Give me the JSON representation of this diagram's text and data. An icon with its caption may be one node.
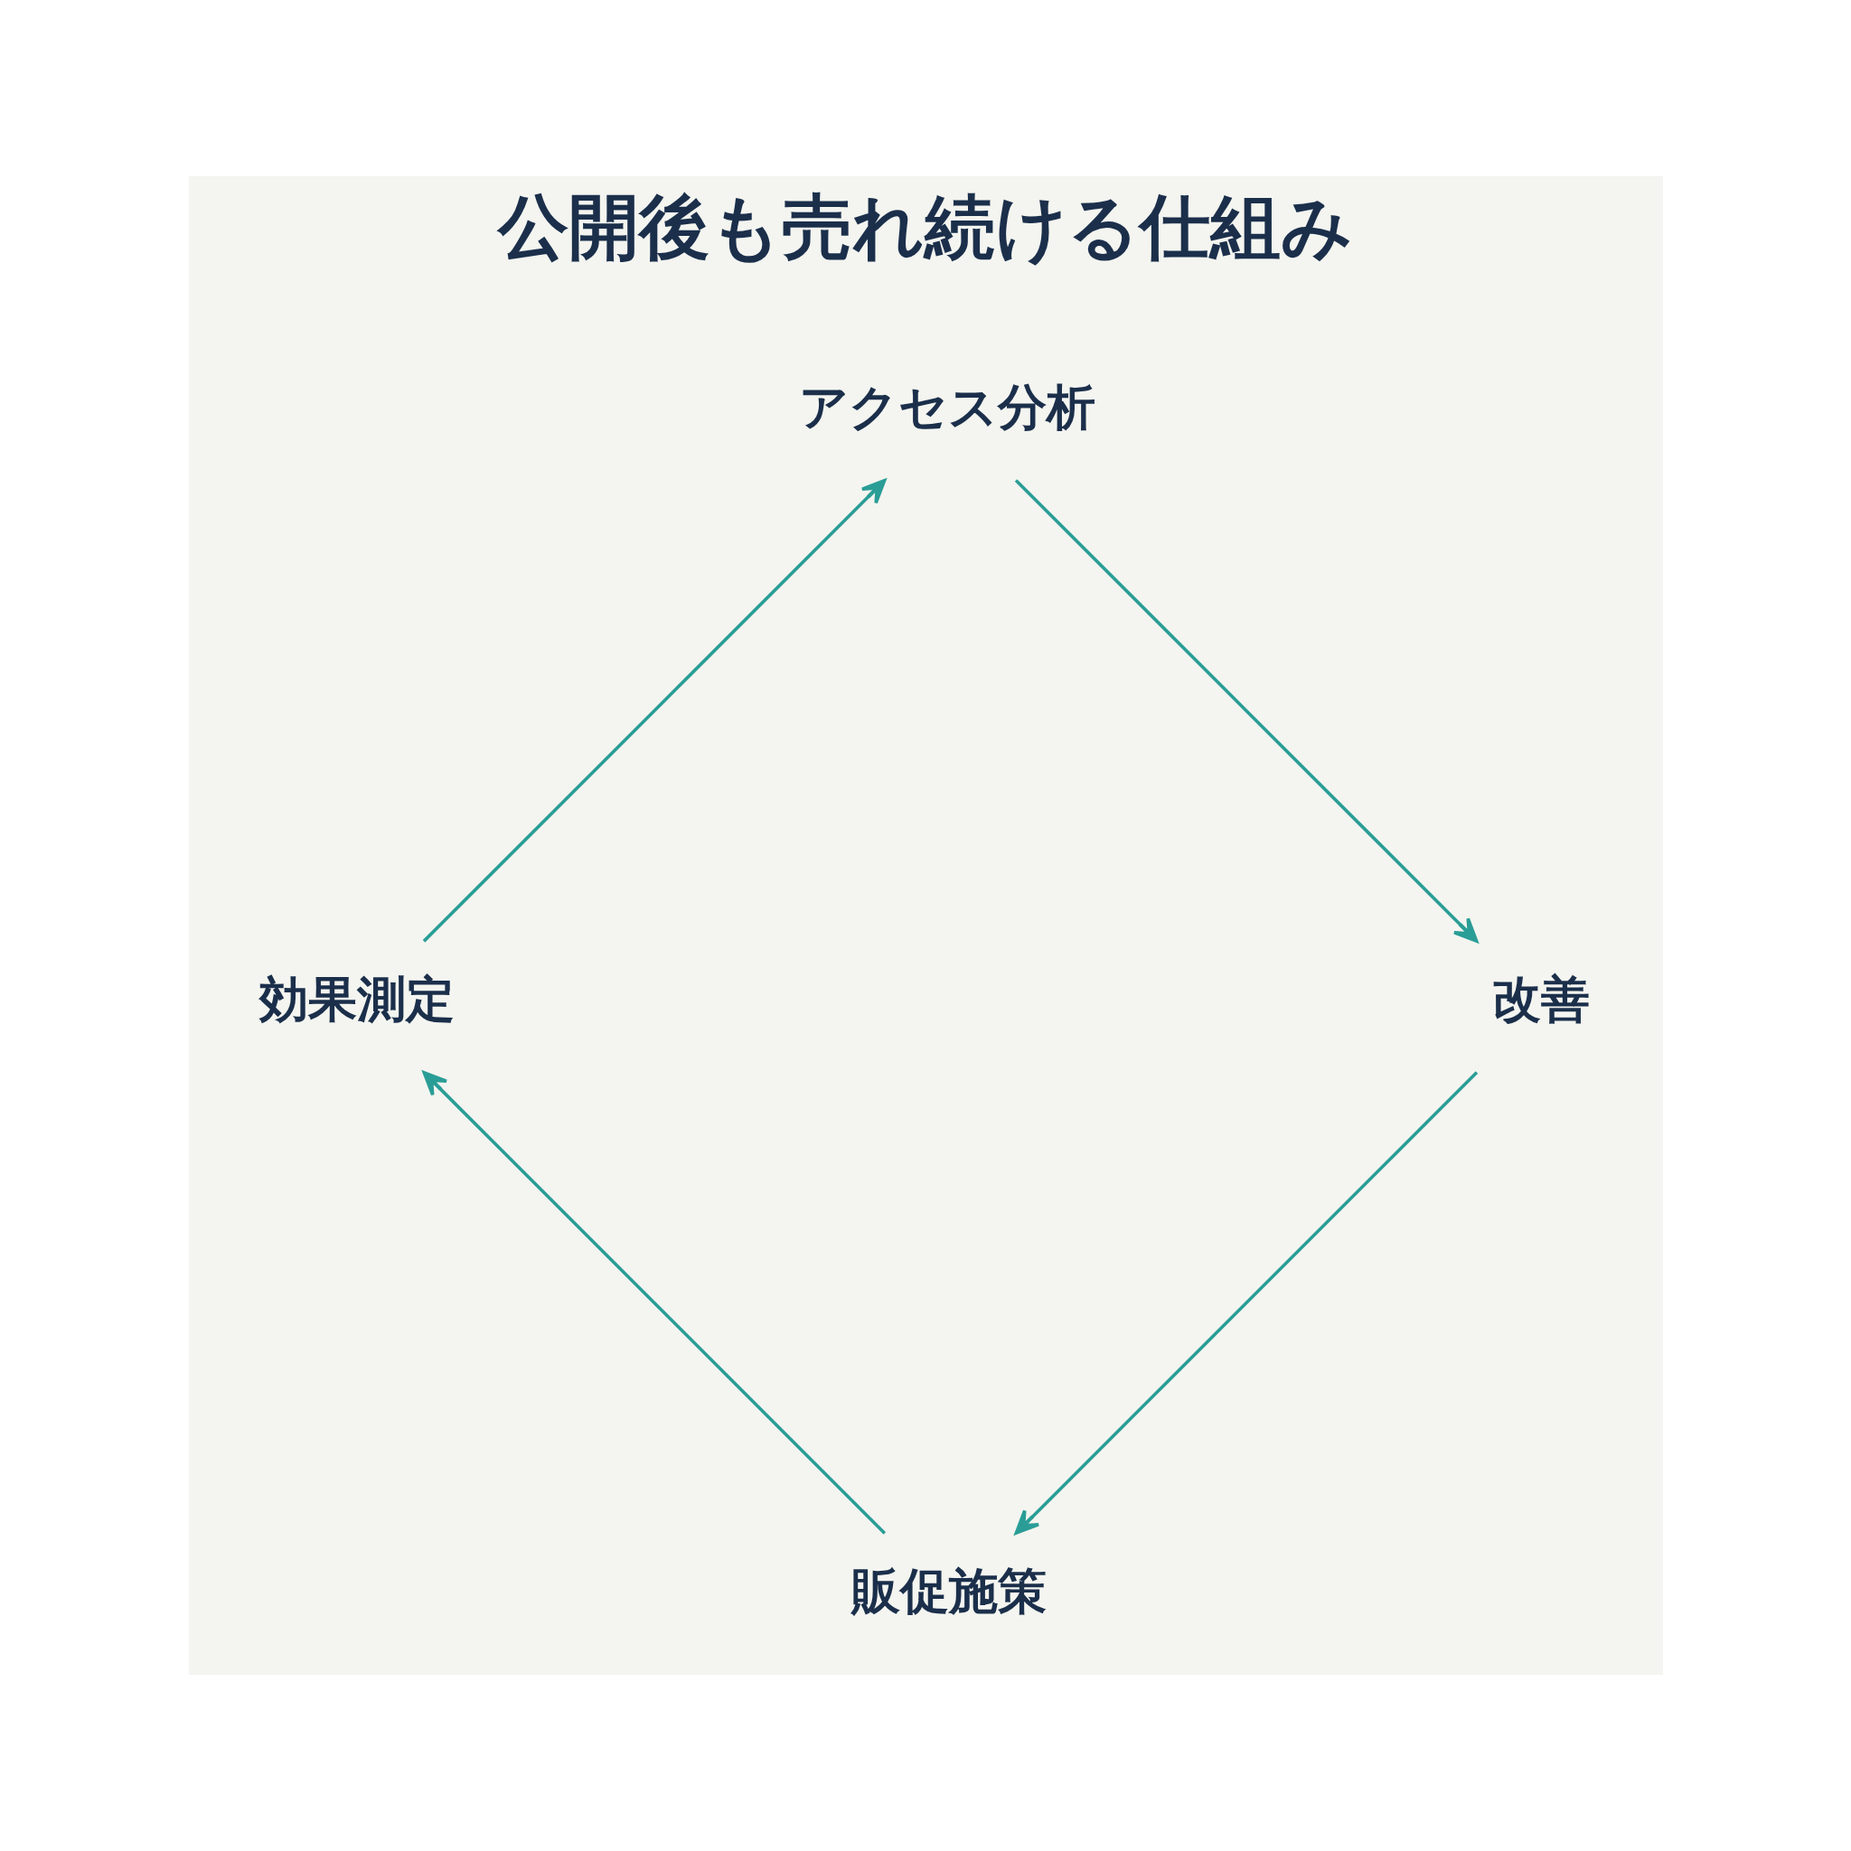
{
  "diagram": {
    "title": "公開後も売れ続ける仕組み",
    "nodes": [
      {
        "text": [
          "アクセス分析"
        ]
      },
      {
        "text": [
          "効果測定"
        ]
      },
      {
        "text": [
          "改善"
        ]
      },
      {
        "text": [
          "販促施策"
        ]
      }
    ],
    "edges": [
      {
        "from": 0,
        "to": 2,
        "arrow": "to"
      },
      {
        "from": 2,
        "to": 3,
        "arrow": "to"
      },
      {
        "from": 3,
        "to": 1,
        "arrow": "to"
      },
      {
        "from": 1,
        "to": 0,
        "arrow": "to"
      }
    ]
  }
}
